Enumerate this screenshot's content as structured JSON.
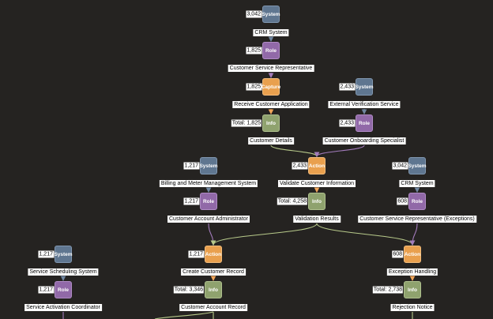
{
  "nodes": [
    {
      "id": "crm1",
      "type": "system",
      "icon": "System",
      "count": "3,042",
      "label": "CRM System"
    },
    {
      "id": "csr",
      "type": "role",
      "icon": "Role",
      "count": "1,825",
      "label": "Customer Service Representative"
    },
    {
      "id": "recv",
      "type": "capture",
      "icon": "Capture",
      "count": "1,825",
      "label": "Receive Customer Application"
    },
    {
      "id": "cdet",
      "type": "info",
      "icon": "Info",
      "count": "Total: 1,825",
      "label": "Customer Details"
    },
    {
      "id": "evs",
      "type": "system",
      "icon": "System",
      "count": "2,433",
      "label": "External Verification Service"
    },
    {
      "id": "cos",
      "type": "role",
      "icon": "Role",
      "count": "2,433",
      "label": "Customer Onboarding Specialist"
    },
    {
      "id": "bmms",
      "type": "system",
      "icon": "System",
      "count": "1,217",
      "label": "Billing and Meter Management System"
    },
    {
      "id": "caa",
      "type": "role",
      "icon": "Role",
      "count": "1,217",
      "label": "Customer Account Administrator"
    },
    {
      "id": "vci",
      "type": "action",
      "icon": "Action",
      "count": "2,433",
      "label": "Validate Customer Information"
    },
    {
      "id": "vres",
      "type": "info",
      "icon": "Info",
      "count": "Total: 4,258",
      "label": "Validation Results"
    },
    {
      "id": "crm2",
      "type": "system",
      "icon": "System",
      "count": "3,042",
      "label": "CRM System"
    },
    {
      "id": "csre",
      "type": "role",
      "icon": "Role",
      "count": "608",
      "label": "Customer Service Representative (Exceptions)"
    },
    {
      "id": "sss",
      "type": "system",
      "icon": "System",
      "count": "1,217",
      "label": "Service Scheduling System"
    },
    {
      "id": "sac",
      "type": "role",
      "icon": "Role",
      "count": "1,217",
      "label": "Service Activation Coordinator"
    },
    {
      "id": "ccr",
      "type": "action",
      "icon": "Action",
      "count": "1,217",
      "label": "Create Customer Record"
    },
    {
      "id": "car",
      "type": "info",
      "icon": "Info",
      "count": "Total: 3,346",
      "label": "Customer Account Record"
    },
    {
      "id": "exh",
      "type": "action",
      "icon": "Action",
      "count": "608",
      "label": "Exception Handling"
    },
    {
      "id": "rej",
      "type": "info",
      "icon": "Info",
      "count": "Total: 2,738",
      "label": "Rejection Notice"
    }
  ],
  "colors": {
    "system": "#5f7690",
    "role": "#9169a8",
    "action": "#e9a04e",
    "info": "#8fa26e",
    "edge_system": "#6f86a0",
    "edge_role": "#a27bbb",
    "edge_action": "#f0a65a",
    "edge_info": "#b7c98a"
  }
}
